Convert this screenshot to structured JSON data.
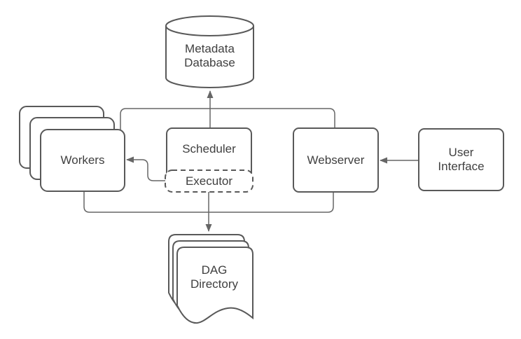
{
  "nodes": {
    "metadata_database": {
      "label": "Metadata\nDatabase"
    },
    "workers": {
      "label": "Workers"
    },
    "scheduler": {
      "label": "Scheduler"
    },
    "executor": {
      "label": "Executor"
    },
    "webserver": {
      "label": "Webserver"
    },
    "user_interface": {
      "label": "User\nInterface"
    },
    "dag_directory": {
      "label": "DAG\nDirectory"
    }
  },
  "colors": {
    "stroke": "#595959",
    "edge": "#666666",
    "text": "#404040",
    "node_fill": "#ffffff",
    "background": "#ffffff"
  }
}
